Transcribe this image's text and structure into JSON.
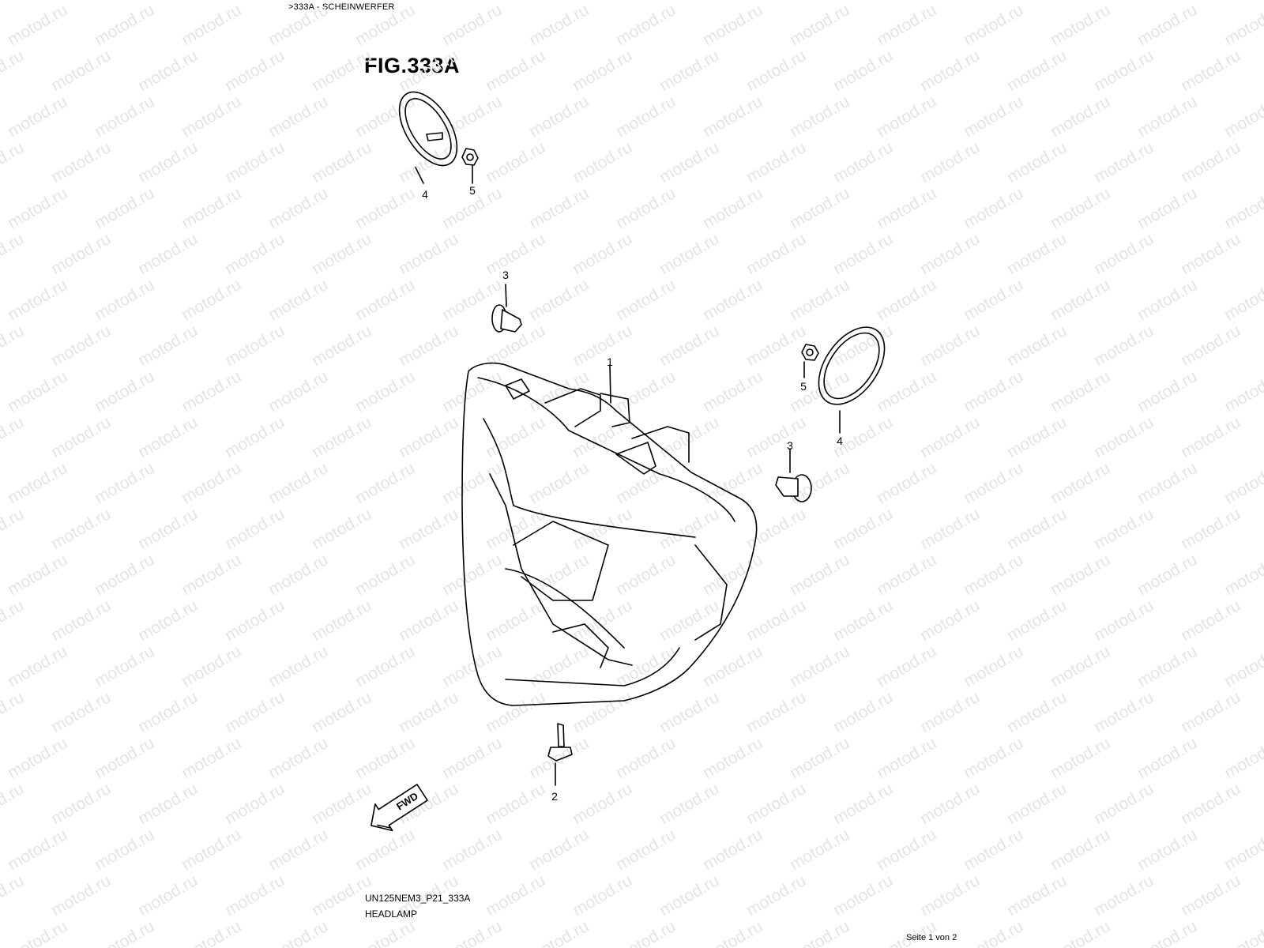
{
  "header": {
    "breadcrumb": ">333A - SCHEINWERFER"
  },
  "figure": {
    "title": "FIG.333A"
  },
  "callouts": {
    "headlamp": "1",
    "bolt": "2",
    "grommet_left": "3",
    "grommet_right": "3",
    "cover_left": "4",
    "cover_right": "4",
    "nut_left": "5",
    "nut_right": "5"
  },
  "fwd_label": "FWD",
  "footer": {
    "drawing_code": "UN125NEM3_P21_333A",
    "drawing_name": "HEADLAMP",
    "page_info": "Seite 1 von 2"
  },
  "watermark": {
    "text": "motod.ru",
    "color": "#e4e4e4"
  }
}
